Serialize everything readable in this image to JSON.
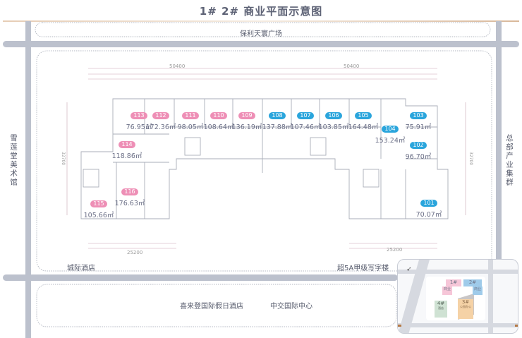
{
  "title": "1# 2# 商业平面示意图",
  "places": {
    "top": "保利天寰广场",
    "left": "雪莲堂美术馆",
    "right": "总部产业集群",
    "bottom_left": "城际酒店",
    "bottom_right": "超5A甲级写字楼",
    "bottom_center_left": "喜来登国际假日酒店",
    "bottom_center_right": "中交国际中心"
  },
  "colors": {
    "pink": "#ee8fb6",
    "blue": "#2aa5dc",
    "road": "#bcc1cd"
  },
  "units": [
    {
      "id": "113",
      "area": "76.95㎡",
      "color": "pink"
    },
    {
      "id": "112",
      "area": "172.36㎡",
      "color": "pink"
    },
    {
      "id": "111",
      "area": "98.05㎡",
      "color": "pink"
    },
    {
      "id": "110",
      "area": "108.64㎡",
      "color": "pink"
    },
    {
      "id": "109",
      "area": "136.19㎡",
      "color": "pink"
    },
    {
      "id": "108",
      "area": "137.88㎡",
      "color": "blue"
    },
    {
      "id": "107",
      "area": "107.46㎡",
      "color": "blue"
    },
    {
      "id": "106",
      "area": "103.85㎡",
      "color": "blue"
    },
    {
      "id": "105",
      "area": "164.48㎡",
      "color": "blue"
    },
    {
      "id": "104",
      "area": "153.24㎡",
      "color": "blue"
    },
    {
      "id": "103",
      "area": "75.91㎡",
      "color": "blue"
    },
    {
      "id": "102",
      "area": "96.70㎡",
      "color": "blue"
    },
    {
      "id": "101",
      "area": "70.07㎡",
      "color": "blue"
    },
    {
      "id": "114",
      "area": "118.86㎡",
      "color": "pink"
    },
    {
      "id": "116",
      "area": "176.63㎡",
      "color": "pink"
    },
    {
      "id": "115",
      "area": "105.66㎡",
      "color": "pink"
    }
  ],
  "dimensions": {
    "top_left": "50400",
    "top_right": "50400",
    "bottom_left": "25200",
    "bottom_right": "25200",
    "side_left": "32700",
    "side_right": "32700"
  },
  "minimap": {
    "b1": "1#",
    "b1_use": "商业",
    "b2": "2#",
    "b2_use": "商业",
    "b3": "3#",
    "b3_use": "公园办公",
    "b4": "4#",
    "b4_use": "酒店"
  }
}
